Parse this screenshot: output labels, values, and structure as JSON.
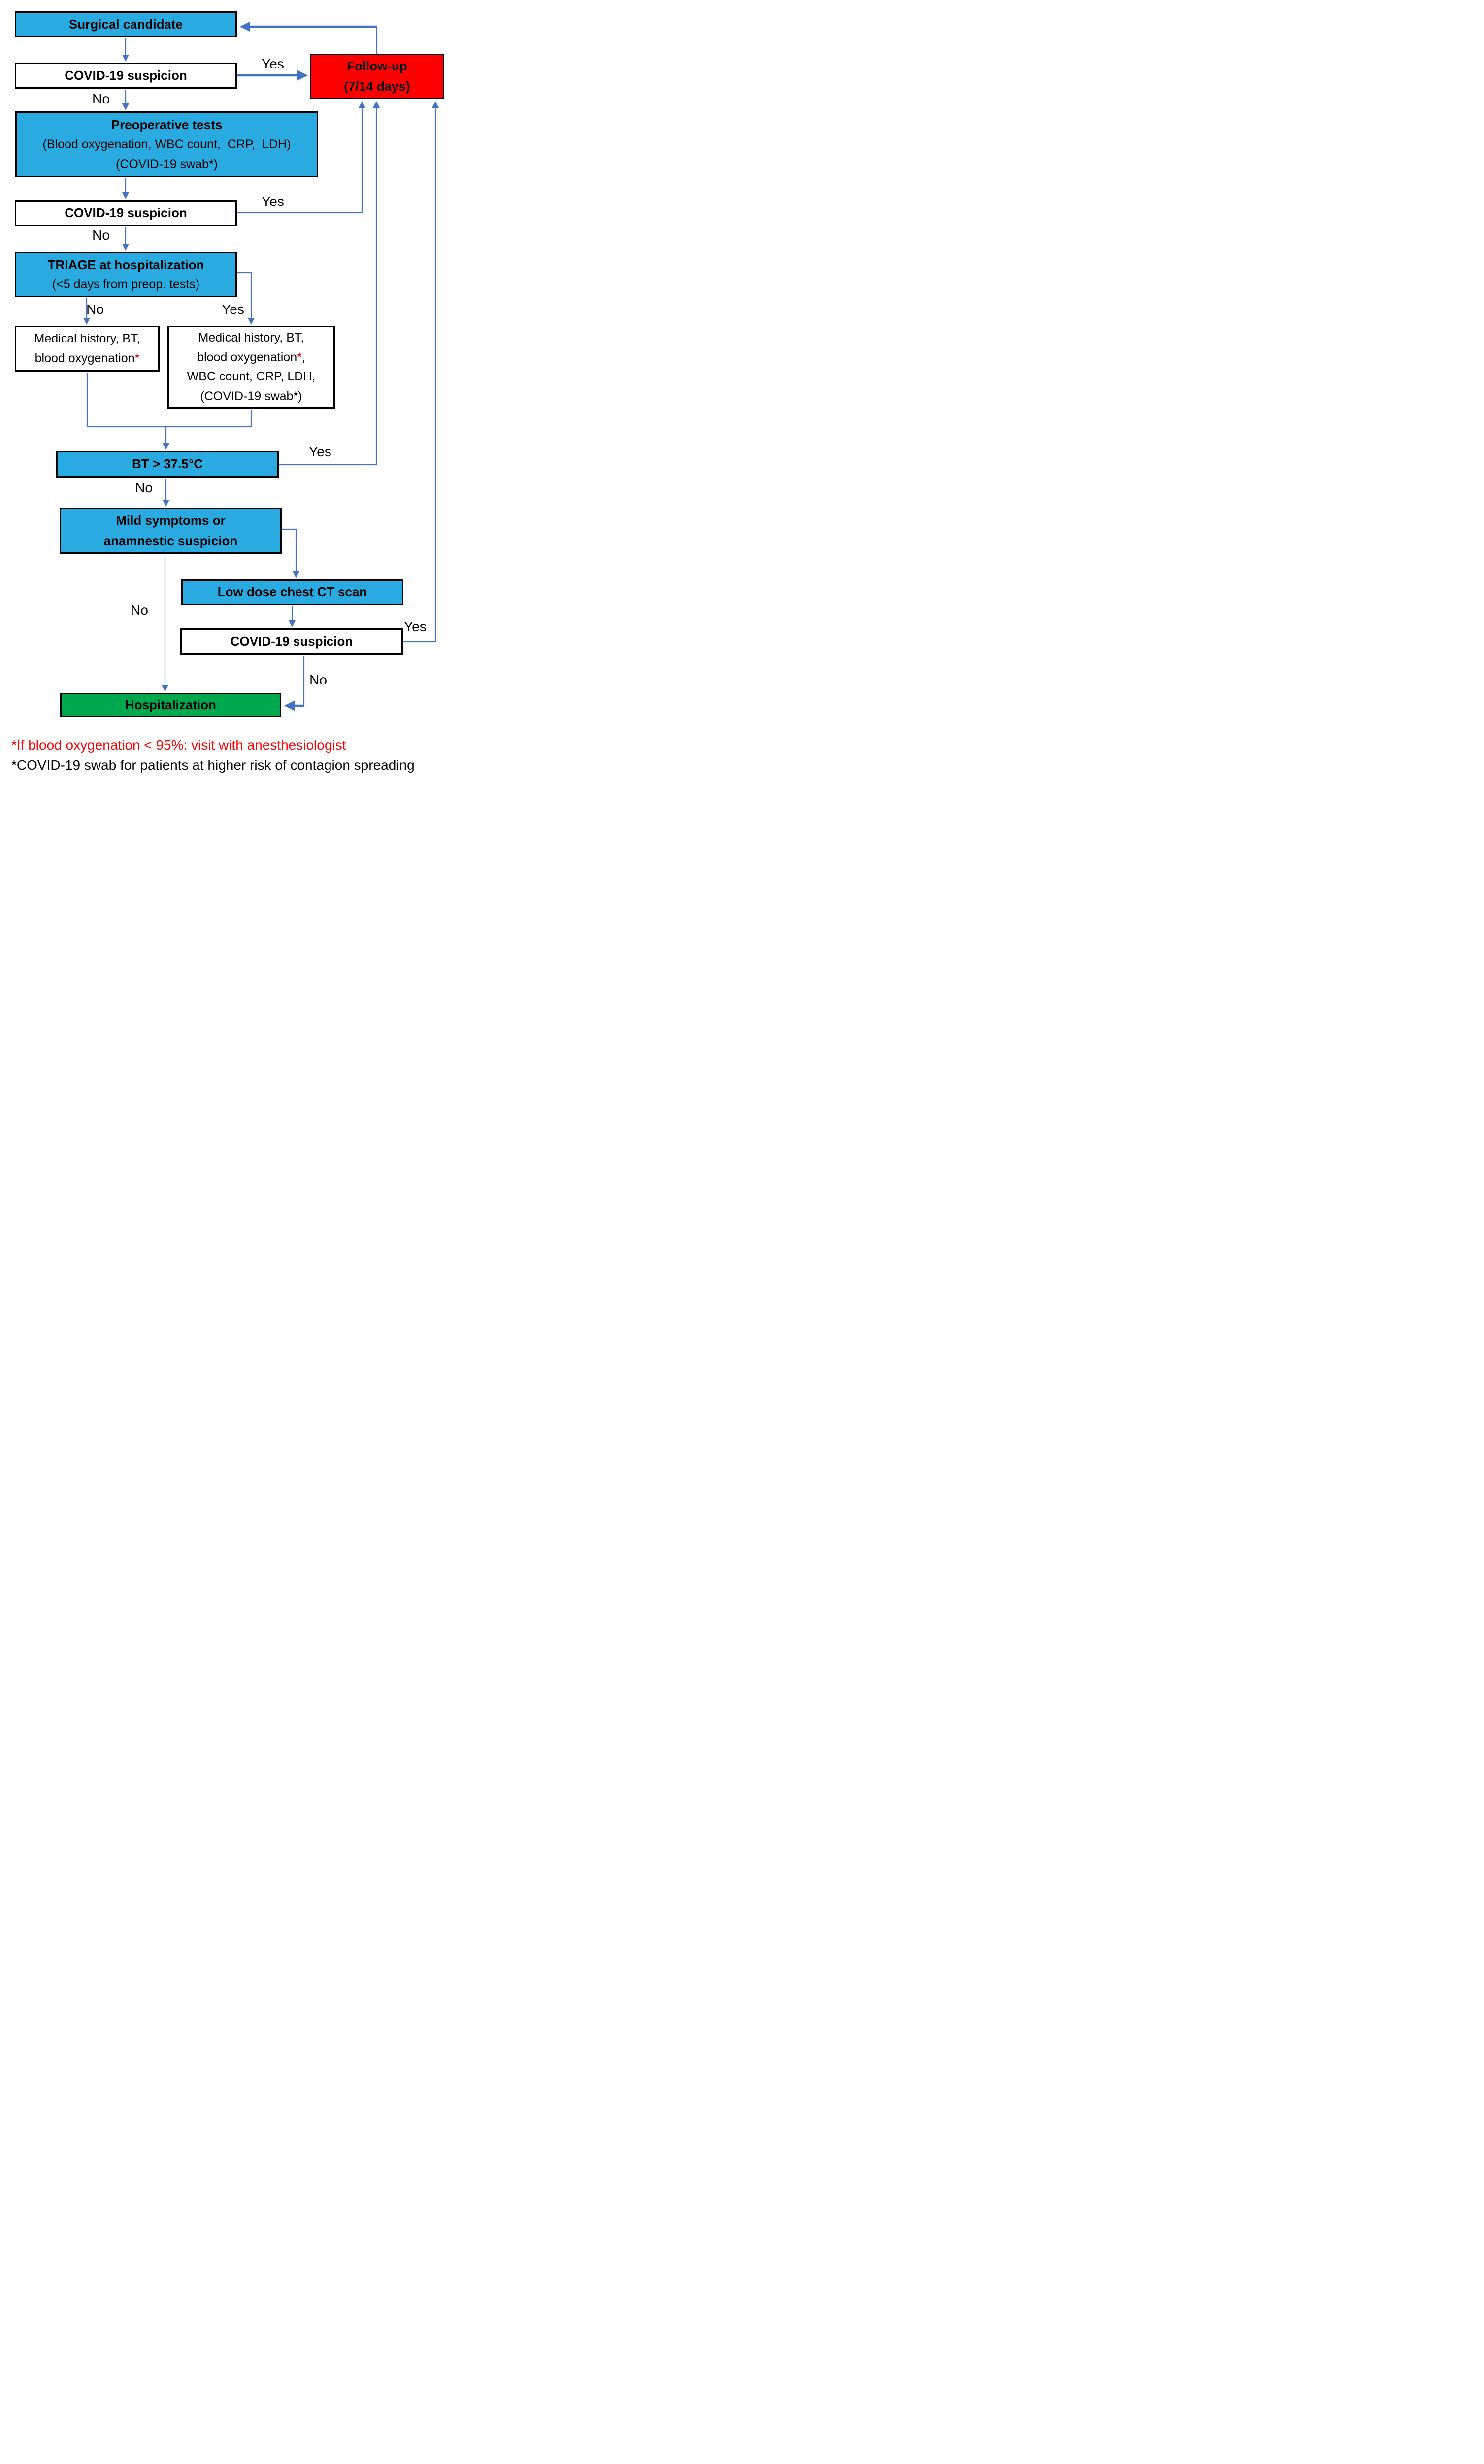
{
  "nodes": {
    "surgical": {
      "label": "Surgical candidate"
    },
    "covid1": {
      "label": "COVID-19 suspicion"
    },
    "preop": {
      "title": "Preoperative tests",
      "tests": "(Blood oxygenation, WBC count,  CRP,  LDH)",
      "swab": "(COVID-19 swab*)"
    },
    "covid2": {
      "label": "COVID-19 suspicion"
    },
    "triage": {
      "title": "TRIAGE at hospitalization",
      "subtitle": "(<5 days from preop. tests)"
    },
    "med_no": {
      "line1": "Medical history, BT,",
      "line2": "blood oxygenation",
      "ast": "*"
    },
    "med_yes": {
      "line1": "Medical history, BT,",
      "line2": "blood oxygenation",
      "ast": "*",
      "comma": ",",
      "line3": "WBC count, CRP, LDH,",
      "line4": "(COVID-19 swab*)"
    },
    "bt": {
      "label": "BT > 37.5°C"
    },
    "mild": {
      "line1": "Mild symptoms or",
      "line2": "anamnestic suspicion"
    },
    "ct": {
      "label": "Low dose chest CT scan"
    },
    "covid3": {
      "label": "COVID-19 suspicion"
    },
    "hosp": {
      "label": "Hospitalization"
    },
    "followup": {
      "line1": "Follow-up",
      "line2": "(7/14 days)"
    }
  },
  "edge_labels": {
    "covid1_yes": "Yes",
    "covid1_no": "No",
    "covid2_yes": "Yes",
    "covid2_no": "No",
    "triage_no": "No",
    "triage_yes": "Yes",
    "bt_no": "No",
    "bt_yes": "Yes",
    "mild_no": "No",
    "covid3_yes": "Yes",
    "covid3_no": "No"
  },
  "footnotes": {
    "oxygen": "*If blood oxygenation < 95%: visit with anesthesiologist",
    "swab": "*COVID-19 swab for patients at higher risk of contagion spreading"
  },
  "colors": {
    "process_blue": "#29abe2",
    "decision_white": "#ffffff",
    "followup_red": "#ff0000",
    "hospitalization_green": "#00a84d",
    "arrow_blue": "#4472c4",
    "border_black": "#000000",
    "footnote_red": "#ff0000"
  }
}
